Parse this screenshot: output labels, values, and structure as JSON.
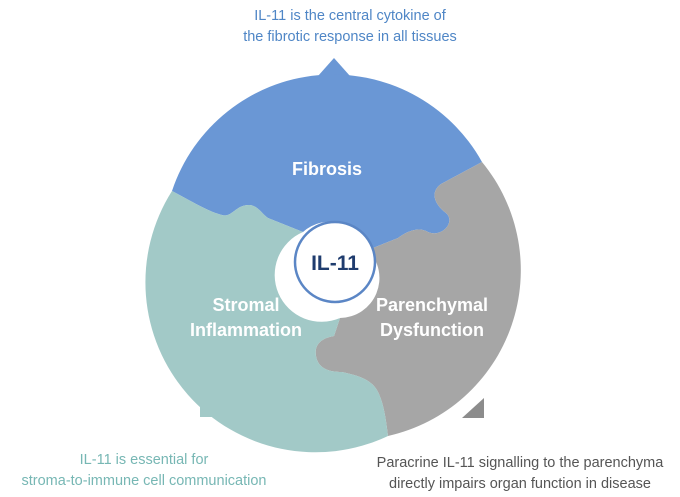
{
  "captions": {
    "top": [
      "IL-11 is the central cytokine of",
      "the fibrotic response in all tissues"
    ],
    "left": [
      "IL-11 is essential for",
      "stroma-to-immune cell communication"
    ],
    "right": [
      "Paracrine IL-11 signalling to the parenchyma",
      "directly impairs organ function in disease"
    ]
  },
  "segments": {
    "fibrosis": {
      "lines": [
        "Fibrosis"
      ],
      "color": "#6a97d5"
    },
    "stromal": {
      "lines": [
        "Stromal",
        "Inflammation"
      ],
      "color": "#a2c9c7"
    },
    "parenchymal": {
      "lines": [
        "Parenchymal",
        "Dysfunction"
      ],
      "color": "#a6a6a6"
    }
  },
  "center": {
    "label": "IL-11",
    "border_color": "#5b86c5"
  },
  "colors": {
    "top_caption": "#4f86c6",
    "left_caption": "#77b7b4",
    "right_caption": "#555555",
    "top_arrow": "#6a97d5",
    "left_arrow": "#a2c9c7",
    "right_arrow": "#8c8c8c"
  }
}
